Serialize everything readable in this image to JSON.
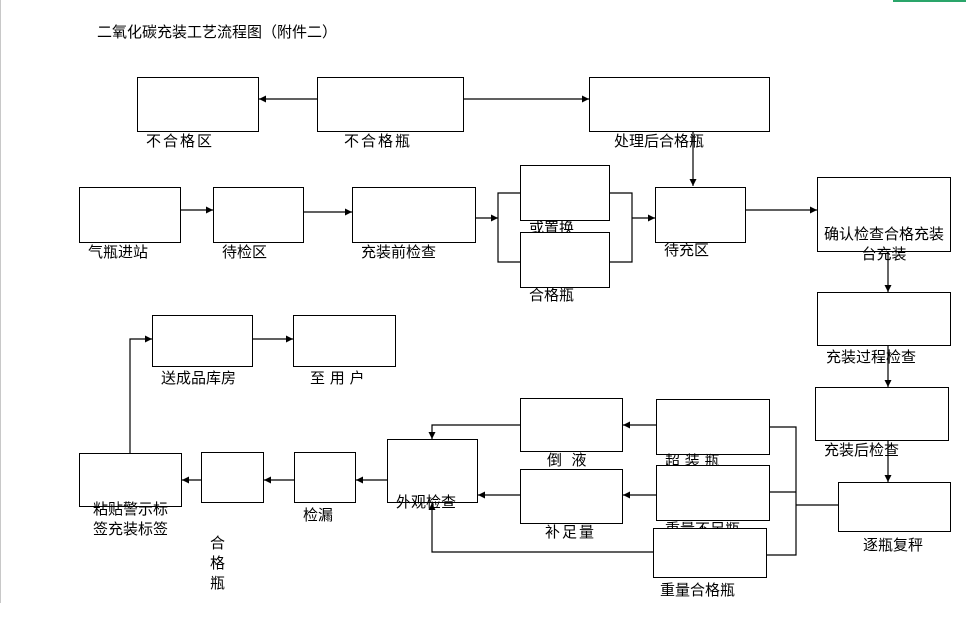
{
  "title": "二氧化碳充装工艺流程图（附件二）",
  "nodes": {
    "reject_zone": "不合格区",
    "reject_cylinder": "不合格瓶",
    "treated_ok": "处理后合格瓶",
    "cylinder_in": "气瓶进站",
    "inspect_zone": "待检区",
    "pre_fill_check": "充装前检查",
    "replace": "或置换",
    "ok_cylinder_1": "合格瓶",
    "wait_fill": "待充区",
    "confirm_fill": "确认检查合格充装台充装",
    "fill_process_check": "充装过程检查",
    "post_fill_check": "充装后检查",
    "reweigh": "逐瓶复秤",
    "overfill": "超 装 瓶",
    "drain": "倒  液",
    "underweight": "重量不足瓶",
    "top_up": "补足量",
    "weight_ok": "重量合格瓶",
    "visual_check": "外观检查",
    "leak_check": "检漏",
    "ok_cylinder_2": "合 格 瓶",
    "label": "粘贴警示标签充装标签",
    "to_warehouse": "送成品库房",
    "to_user": "至 用 户"
  }
}
